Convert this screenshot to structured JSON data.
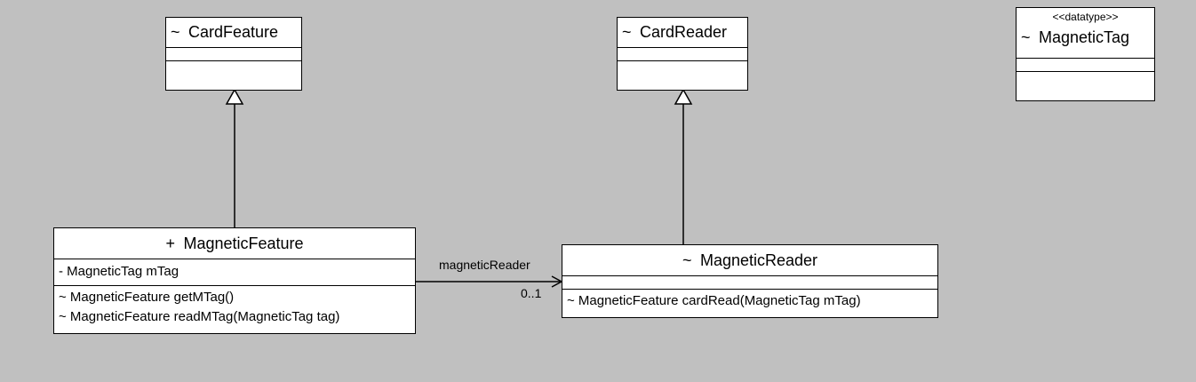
{
  "classes": {
    "card_feature": {
      "visibility": "~",
      "name": "CardFeature"
    },
    "card_reader": {
      "visibility": "~",
      "name": "CardReader"
    },
    "magnetic_tag": {
      "stereotype": "<<datatype>>",
      "visibility": "~",
      "name": "MagneticTag"
    },
    "magnetic_feature": {
      "visibility": "+",
      "name": "MagneticFeature",
      "attributes": [
        "- MagneticTag mTag"
      ],
      "operations": [
        "~ MagneticFeature getMTag()",
        "~ MagneticFeature readMTag(MagneticTag tag)"
      ]
    },
    "magnetic_reader": {
      "visibility": "~",
      "name": "MagneticReader",
      "attributes": [],
      "operations": [
        "~ MagneticFeature cardRead(MagneticTag mTag)"
      ]
    }
  },
  "associations": {
    "feature_to_reader": {
      "role": "magneticReader",
      "multiplicity": "0..1"
    }
  },
  "colors": {
    "background": "#c0c0c0",
    "box_fill": "#ffffff",
    "line": "#000000"
  }
}
